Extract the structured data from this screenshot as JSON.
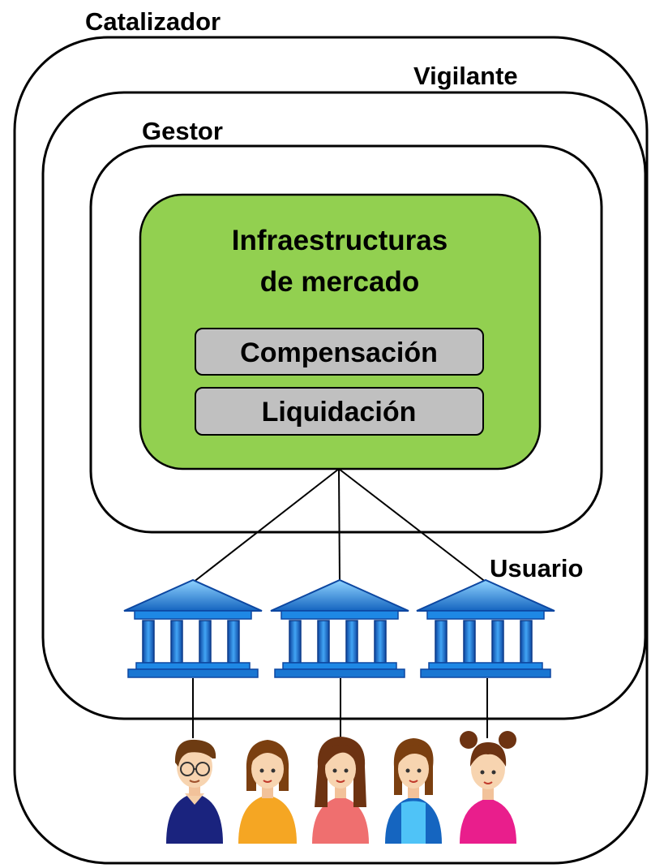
{
  "labels": {
    "catalyst": "Catalizador",
    "supervisor": "Vigilante",
    "manager": "Gestor",
    "user": "Usuario"
  },
  "infrastructure": {
    "title_line1": "Infraestructuras",
    "title_line2": "de mercado",
    "functions": [
      "Compensación",
      "Liquidación"
    ]
  },
  "icons": {
    "institutions": [
      "bank-icon",
      "bank-icon",
      "bank-icon"
    ],
    "people": [
      "person-icon",
      "person-icon",
      "person-icon",
      "person-icon",
      "person-icon"
    ]
  },
  "colors": {
    "infrastructure_fill": "#92d050",
    "function_fill": "#c0c0c0",
    "bank_blue": "#1e7fe0",
    "bank_light": "#7ec8ff"
  }
}
